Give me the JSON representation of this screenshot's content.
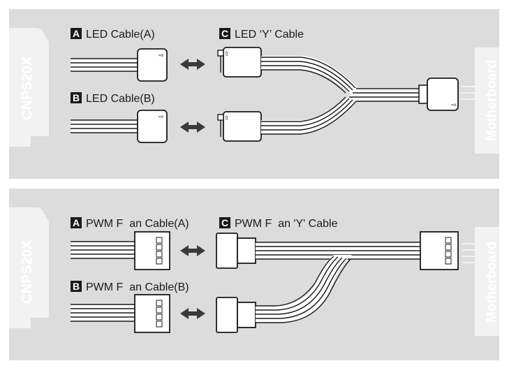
{
  "colors": {
    "panel": "#dcdcdc",
    "device": "#f2f2f2",
    "ink": "#1a1a1a",
    "wire": "#1a1a1a",
    "wire_fill": "#ffffff"
  },
  "top_panel": {
    "device_label": "CNPS20X",
    "header_label": "Motherboard",
    "badge_a": "A",
    "label_a": "LED Cable(A)",
    "badge_b": "B",
    "label_b": "LED Cable(B)",
    "badge_c": "C",
    "label_c": "LED ‘Y’ Cable",
    "connector_icon": "arrow-outline-icon",
    "connector_arrow": "⇨",
    "connect_icon": "double-arrow-icon"
  },
  "bottom_panel": {
    "device_label": "CNPS20X",
    "header_label": "Motherboard",
    "badge_a": "A",
    "label_a": "PWM F  an Cable(A)",
    "badge_b": "B",
    "label_b": "PWM F  an Cable(B)",
    "badge_c": "C",
    "label_c": "PWM F  an 'Y' Cable",
    "connect_icon": "double-arrow-icon"
  }
}
